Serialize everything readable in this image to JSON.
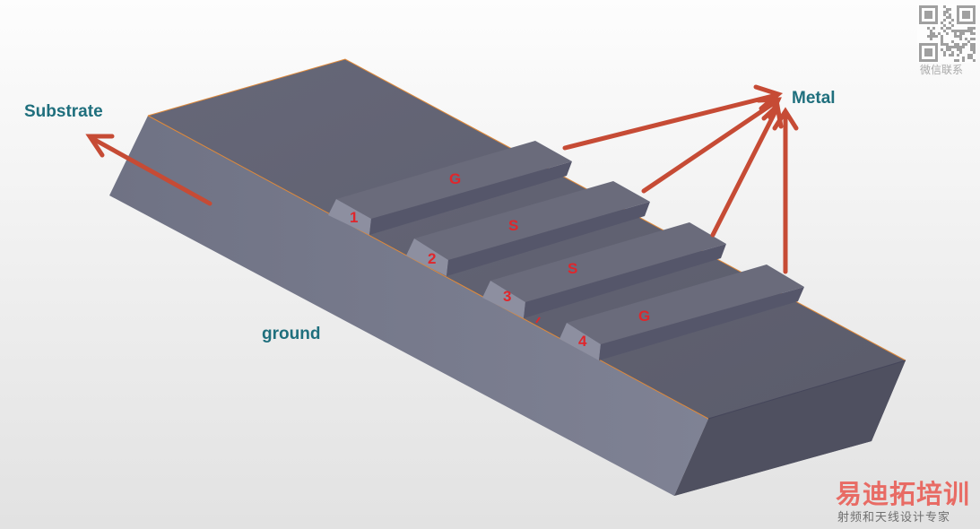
{
  "labels": {
    "substrate": "Substrate",
    "metal": "Metal",
    "ground": "ground"
  },
  "strips": [
    {
      "type_label": "G",
      "port_label": "1"
    },
    {
      "type_label": "S",
      "port_label": "2"
    },
    {
      "type_label": "S",
      "port_label": "3"
    },
    {
      "type_label": "G",
      "port_label": "4"
    }
  ],
  "watermark": {
    "qr_caption": "微信联系",
    "brand": "易迪拓培训",
    "tagline": "射频和天线设计专家"
  },
  "colors": {
    "arrow": "#c64b35",
    "label_blue": "#1f6f7d",
    "label_red": "#e0262b",
    "edge_highlight": "#e08a3a",
    "top_face": "#636474",
    "front_face": "#7a7d8e",
    "side_face": "#50515f"
  }
}
